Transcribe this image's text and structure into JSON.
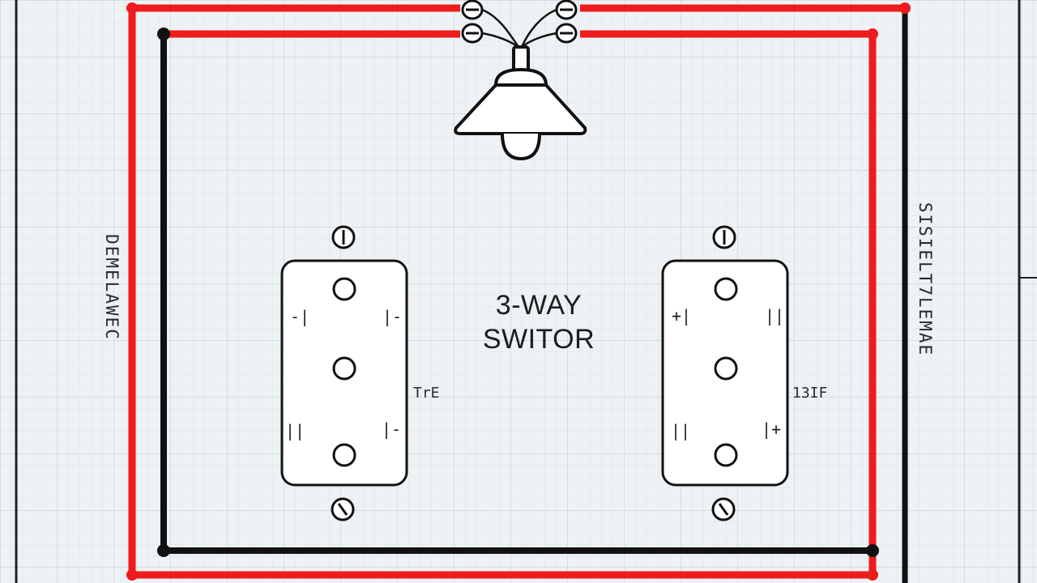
{
  "diagram": {
    "title_line1": "3-WAY",
    "title_line2": "SWITOR",
    "left_side_label": "DEMELAWEC",
    "right_side_label": "SISIELT7LEMAE",
    "left_switch": {
      "tag": "TrE",
      "marks": [
        "-|",
        "|-",
        "||",
        "|-"
      ]
    },
    "right_switch": {
      "tag": "13IF",
      "marks": [
        "+|",
        "||",
        "||",
        "|+"
      ]
    },
    "colors": {
      "hot_wire": "#ee1c1c",
      "neutral_wire": "#111111",
      "grid_minor": "#d3e2ea",
      "grid_major": "#bfd3de",
      "background": "#eef2f4"
    }
  }
}
